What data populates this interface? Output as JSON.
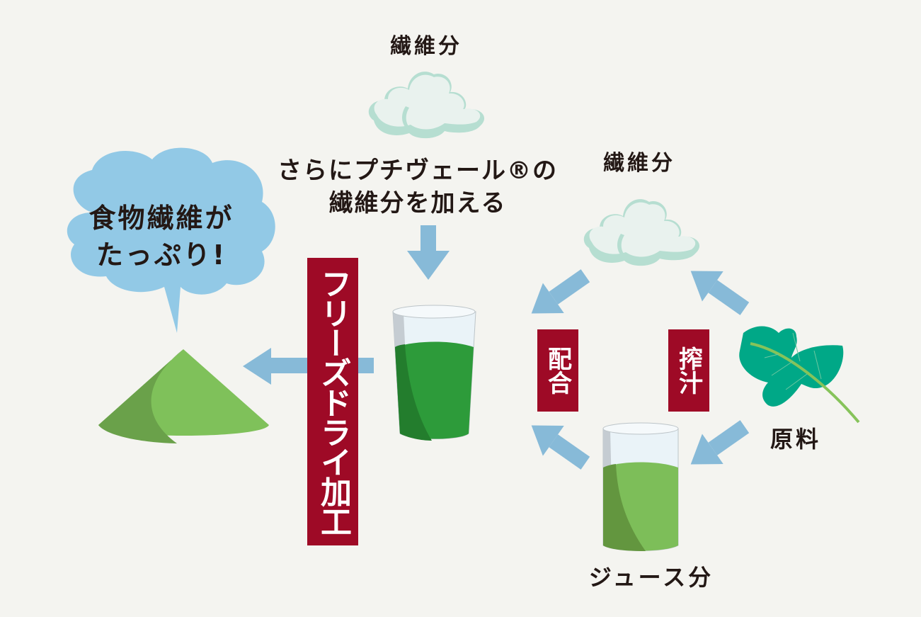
{
  "title": "食物繊維がたっぷり！の製造工程図",
  "colors": {
    "background": "#f4f4f0",
    "label_box": "#9e0a26",
    "arrow": "#87bad8",
    "bubble": "#92c9e6",
    "cloud": "#e9f2ee",
    "cloud_shadow": "#b6ded1",
    "leaf": "#00a887",
    "drink_dark": "#2d9b3a",
    "juice_light": "#7dbe59",
    "powder": "#7fc15a",
    "text": "#231815"
  },
  "labels": {
    "fiber_top": "繊維分",
    "fiber_right": "繊維分",
    "add_fiber_line1": "さらにプチヴェール®の",
    "add_fiber_line2": "繊維分を加える",
    "raw_material": "原料",
    "juice_portion": "ジュース分",
    "bubble_line1": "食物繊維が",
    "bubble_line2": "たっぷり!"
  },
  "process_boxes": {
    "freeze_dry": "フリーズドライ加工",
    "blend": "配合",
    "juice_press": "搾汁"
  },
  "icons": [
    "cloud-icon",
    "cloud-icon",
    "leaf-icon",
    "glass-icon",
    "glass-icon",
    "powder-pile-icon",
    "speech-bubble-icon",
    "arrow-icon"
  ]
}
